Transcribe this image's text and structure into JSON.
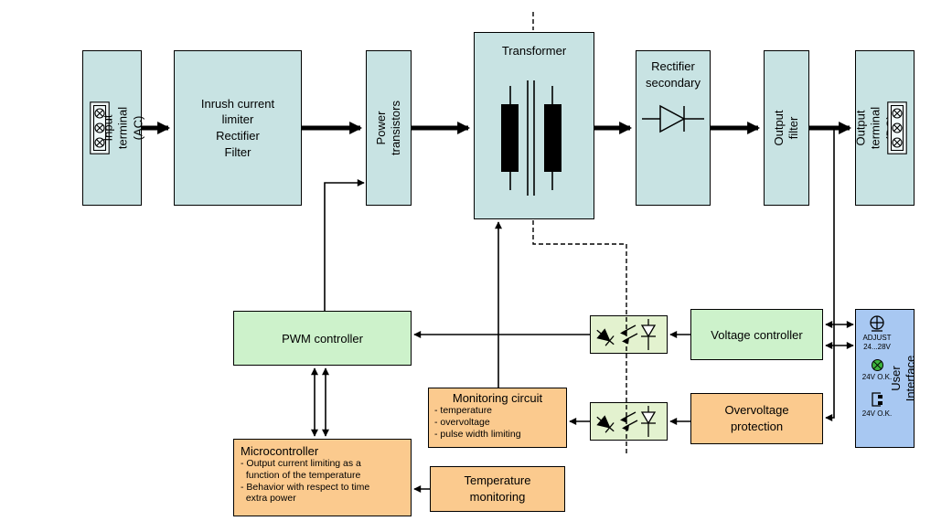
{
  "colors": {
    "block_teal": "#c8e3e3",
    "block_green": "#cdf2cb",
    "block_orange": "#fbca8e",
    "block_blue": "#a8c8f2",
    "opto_background": "#e3f2cf",
    "line": "#000000",
    "led_green": "#3cb43c"
  },
  "blocks": {
    "input_terminal": "Input terminal (AC)",
    "inrush": "Inrush current\nlimiter\nRectifier\nFilter",
    "power_transistors": "Power\ntransistors",
    "transformer": "Transformer",
    "rectifier_secondary": "Rectifier\nsecondary",
    "output_filter": "Output filter",
    "output_terminal": "Output terminal (DC)",
    "pwm_controller": "PWM controller",
    "voltage_controller": "Voltage controller",
    "overvoltage_protection": "Overvoltage\nprotection",
    "monitoring_circuit": {
      "title": "Monitoring circuit",
      "items": "- temperature\n- overvoltage\n- pulse width limiting"
    },
    "microcontroller": {
      "title": "Microcontroller",
      "items": "- Output current limiting as a\n  function of the temperature\n- Behavior with respect to time\n  extra power"
    },
    "temperature_monitoring": "Temperature\nmonitoring",
    "user_interface": {
      "label": "User Interface",
      "adjust_label": "ADJUST",
      "adjust_range": "24...28V",
      "ok_label_1": "24V O.K.",
      "ok_label_2": "24V O.K."
    }
  }
}
